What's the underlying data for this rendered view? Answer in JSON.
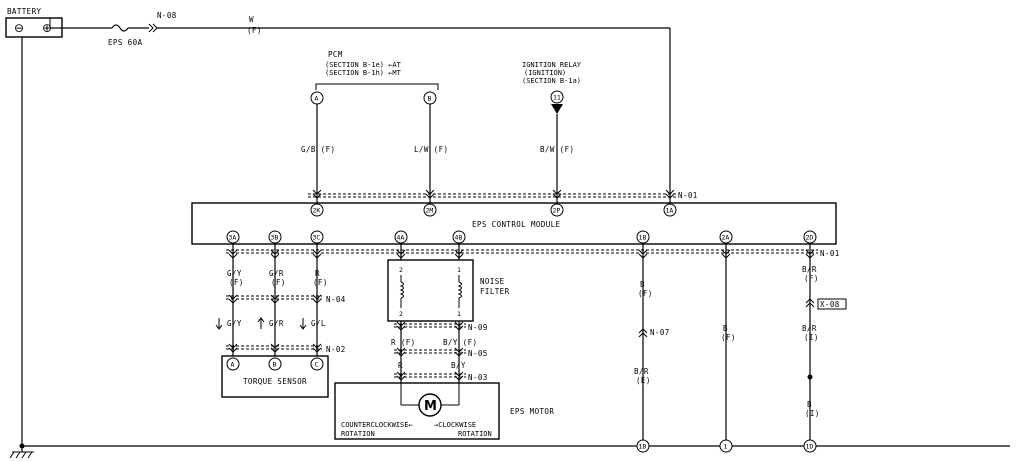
{
  "battery": {
    "label": "BATTERY",
    "minus": "⊖",
    "plus": "⊕"
  },
  "fuse": {
    "label": "EPS 60A"
  },
  "connectors": {
    "n08": "N-08",
    "n01": "N-01",
    "n04": "N-04",
    "n02": "N-02",
    "n09": "N-09",
    "n05": "N-05",
    "n03": "N-03",
    "n07": "N-07",
    "x08": "X-08"
  },
  "wires": {
    "batt_w": "W",
    "batt_w_f": "(F)",
    "gb": "G/B (F)",
    "lw": "L/W (F)",
    "bw": "B/W (F)",
    "gy_top": "G/Y",
    "gy_top_f": "(F)",
    "gr_top": "G/R",
    "gr_top_f": "(F)",
    "r_top": "R",
    "r_top_f": "(F)",
    "gy_bot": "G/Y",
    "gr_bot": "G/R",
    "gl_bot": "G/L",
    "r_f": "R (F)",
    "by_f": "B/Y (F)",
    "r": "R",
    "by": "B/Y",
    "b1_top": "B",
    "b1_top_f": "(F)",
    "br_e": "B/R",
    "br_e_paren": "(E)",
    "b2": "B",
    "b2_f": "(F)",
    "br_top": "B/R",
    "br_top_f": "(F)",
    "br_mid": "B/R",
    "br_mid_i": "(I)",
    "b3": "B",
    "b3_i": "(I)"
  },
  "pcm": {
    "title": "PCM",
    "line1": "(SECTION B-1e) ←AT",
    "line2": "(SECTION B-1h) ←MT",
    "pin_a": "A",
    "pin_b": "B"
  },
  "ignition": {
    "line1": "IGNITION RELAY",
    "line2": "(IGNITION)",
    "line3": "(SECTION B-1a)",
    "pin": "11"
  },
  "module": {
    "title": "EPS CONTROL MODULE",
    "top_pins": [
      "2K",
      "2M",
      "2P",
      "1A"
    ],
    "bottom_pins": [
      "3A",
      "3B",
      "3C",
      "4A",
      "4B",
      "1B",
      "2A",
      "2D"
    ]
  },
  "noise_filter": {
    "title_line1": "NOISE",
    "title_line2": "FILTER",
    "p2": "2",
    "p1": "1",
    "p2b": "2",
    "p1b": "1"
  },
  "torque_sensor": {
    "title": "TORQUE SENSOR",
    "pins": [
      "A",
      "B",
      "C"
    ]
  },
  "motor": {
    "title": "EPS MOTOR",
    "symbol": "M",
    "left_line1": "COUNTERCLOCKWISE←",
    "left_line2": "ROTATION",
    "right_line1": "→CLOCKWISE",
    "right_line2": "ROTATION"
  },
  "ground": {
    "pins": [
      "1B",
      "1",
      "1D"
    ]
  }
}
